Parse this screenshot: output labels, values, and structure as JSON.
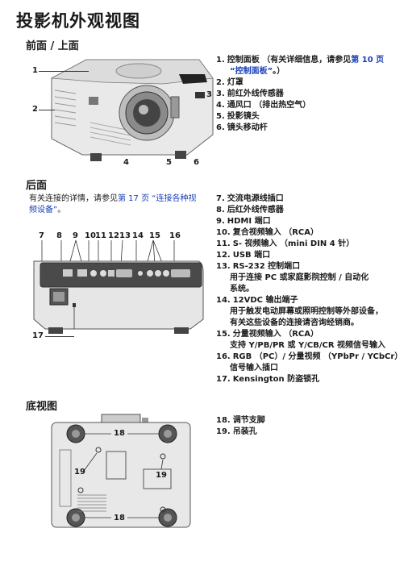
{
  "title": "投影机外观视图",
  "front": {
    "heading": "前面 / 上面",
    "items": [
      {
        "num": "1.",
        "text": "控制面板 （有关详细信息，请参见",
        "link": "第 10 页",
        "cont": "“控制面板”",
        "tail": "。）"
      },
      {
        "num": "2.",
        "text": "灯罩"
      },
      {
        "num": "3.",
        "text": "前红外线传感器"
      },
      {
        "num": "4.",
        "text": "通风口 （排出热空气）"
      },
      {
        "num": "5.",
        "text": "投影镜头"
      },
      {
        "num": "6.",
        "text": "镜头移动杆"
      }
    ],
    "callouts": [
      "1",
      "2",
      "3",
      "4",
      "5",
      "6"
    ]
  },
  "rear": {
    "heading": "后面",
    "desc_pre": "有关连接的详情，请参见",
    "desc_link": "第 17 页 “连接各种视频设备”",
    "desc_post": "。",
    "callouts": [
      "7",
      "8",
      "9",
      "10",
      "11",
      "12",
      "13",
      "14",
      "15",
      "16",
      "17"
    ],
    "items": [
      {
        "num": "7.",
        "text": "交流电源线插口"
      },
      {
        "num": "8.",
        "text": "后红外线传感器"
      },
      {
        "num": "9.",
        "text": "HDMI 端口"
      },
      {
        "num": "10.",
        "text": "复合视频输入 （RCA）"
      },
      {
        "num": "11.",
        "text": "S- 视频输入 （mini DIN 4 针）"
      },
      {
        "num": "12.",
        "text": "USB 端口"
      },
      {
        "num": "13.",
        "text": "RS-232 控制端口",
        "sub": [
          "用于连接 PC 或家庭影院控制 / 自动化",
          "系统。"
        ]
      },
      {
        "num": "14.",
        "text": "12VDC 输出端子",
        "sub": [
          "用于触发电动屏幕或照明控制等外部设备，",
          "有关这些设备的连接请咨询经销商。"
        ]
      },
      {
        "num": "15.",
        "text": "分量视频输入 （RCA）",
        "sub": [
          "支持 Y/PB/PR 或 Y/CB/CR 视频信号输入"
        ]
      },
      {
        "num": "16.",
        "text": "RGB （PC）/ 分量视频 （YPbPr / YCbCr）",
        "sub": [
          "信号输入插口"
        ]
      },
      {
        "num": "17.",
        "text": "Kensington 防盗锁孔"
      }
    ]
  },
  "bottom": {
    "heading": "底视图",
    "callouts": [
      "18",
      "19",
      "19",
      "18"
    ],
    "items": [
      {
        "num": "18.",
        "text": "调节支脚"
      },
      {
        "num": "19.",
        "text": "吊装孔"
      }
    ]
  }
}
